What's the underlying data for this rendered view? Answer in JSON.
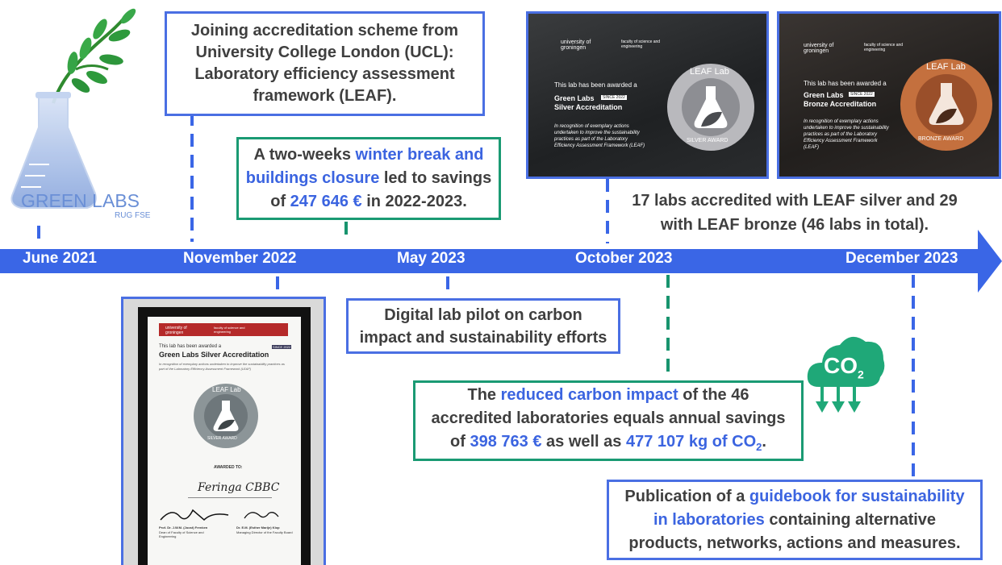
{
  "logo": {
    "title": "GREEN LABS",
    "subtitle": "RUG FSE"
  },
  "timeline": {
    "dates": [
      "June 2021",
      "November 2022",
      "May 2023",
      "October 2023",
      "December 2023"
    ]
  },
  "boxes": {
    "ucl": {
      "lines": [
        "Joining accreditation scheme from",
        "University College London (UCL):",
        "Laboratory efficiency assessment",
        "framework (LEAF)."
      ]
    },
    "winter": {
      "l1": "A two-weeks ",
      "l1_hl": "winter break and",
      "l2_hl": "buildings closure",
      "l2": " led to savings",
      "l3a": "of ",
      "l3_hl": "247 646 €",
      "l3b": " in 2022-2023."
    },
    "labs": {
      "lines": [
        "17 labs accredited with LEAF silver and 29",
        "with LEAF bronze (46 labs in total)."
      ]
    },
    "digital": {
      "lines": [
        "Digital lab pilot on carbon",
        "impact and sustainability efforts"
      ]
    },
    "carbon": {
      "l1a": "The ",
      "l1_hl": "reduced carbon impact",
      "l1b": " of the 46",
      "l2": "accredited laboratories equals annual savings",
      "l3a": "of ",
      "l3_hl1": "398 763 €",
      "l3b": " as well as ",
      "l3_hl2": "477 107 kg of CO",
      "l3_sub": "2",
      "l3c": "."
    },
    "guidebook": {
      "l1a": "Publication of a ",
      "l1_hl": "guidebook for sustainability",
      "l2_hl": "in laboratories",
      "l2b": " containing alternative",
      "l3": "products, networks, actions and measures."
    }
  },
  "co2_icon": {
    "text": "CO",
    "sub": "2"
  },
  "certificates": {
    "silver_plaque": {
      "uni": "university of groningen",
      "faculty": "faculty of science and engineering",
      "awarded": "This lab has been awarded a",
      "name": "Green Labs",
      "since": "SINCE 2022",
      "accreditation": "Silver Accreditation",
      "recognition": "In recognition of exemplary actions undertaken to improve the sustainability practices as part of the Laboratory Efficiency Assessment Framework (LEAF)",
      "badge_top": "LEAF Lab",
      "badge_bottom": "SILVER AWARD"
    },
    "bronze_plaque": {
      "uni": "university of groningen",
      "faculty": "faculty of science and engineering",
      "awarded": "This lab has been awarded a",
      "name": "Green Labs",
      "since": "SINCE 2022",
      "accreditation": "Bronze Accreditation",
      "recognition": "In recognition of exemplary actions undertaken to improve the sustainability practices as part of the Laboratory Efficiency Assessment Framework (LEAF)",
      "badge_top": "LEAF Lab",
      "badge_bottom": "BRONZE AWARD"
    },
    "framed": {
      "uni": "university of groningen",
      "faculty": "faculty of science and engineering",
      "awarded": "This lab has been awarded a",
      "title": "Green Labs Silver Accreditation",
      "since": "SINCE 2022",
      "recognition": "In recognition of exemplary actions undertaken to improve the sustainability practices as part of the Laboratory Efficiency Assessment Framework (LEAF)",
      "badge_top": "LEAF Lab",
      "badge_bottom": "SILVER AWARD",
      "awarded_to": "AWARDED TO:",
      "recipient": "Feringa CBBC",
      "sig1_name": "Prof. Dr. J.W.M. (Joost) Frenken",
      "sig1_role": "Dean of Faculty of Science and Engineering",
      "sig2_name": "Dr. E.M. (Esther Marije) Klop",
      "sig2_role": "Managing Director of the Faculty Board"
    }
  },
  "colors": {
    "timeline_blue": "#3a66e6",
    "box_blue": "#4a6fe3",
    "box_green": "#1a9a73",
    "highlight_blue": "#3b64e0",
    "co2_green": "#1fa878",
    "text_dark": "#3f3f3f"
  }
}
